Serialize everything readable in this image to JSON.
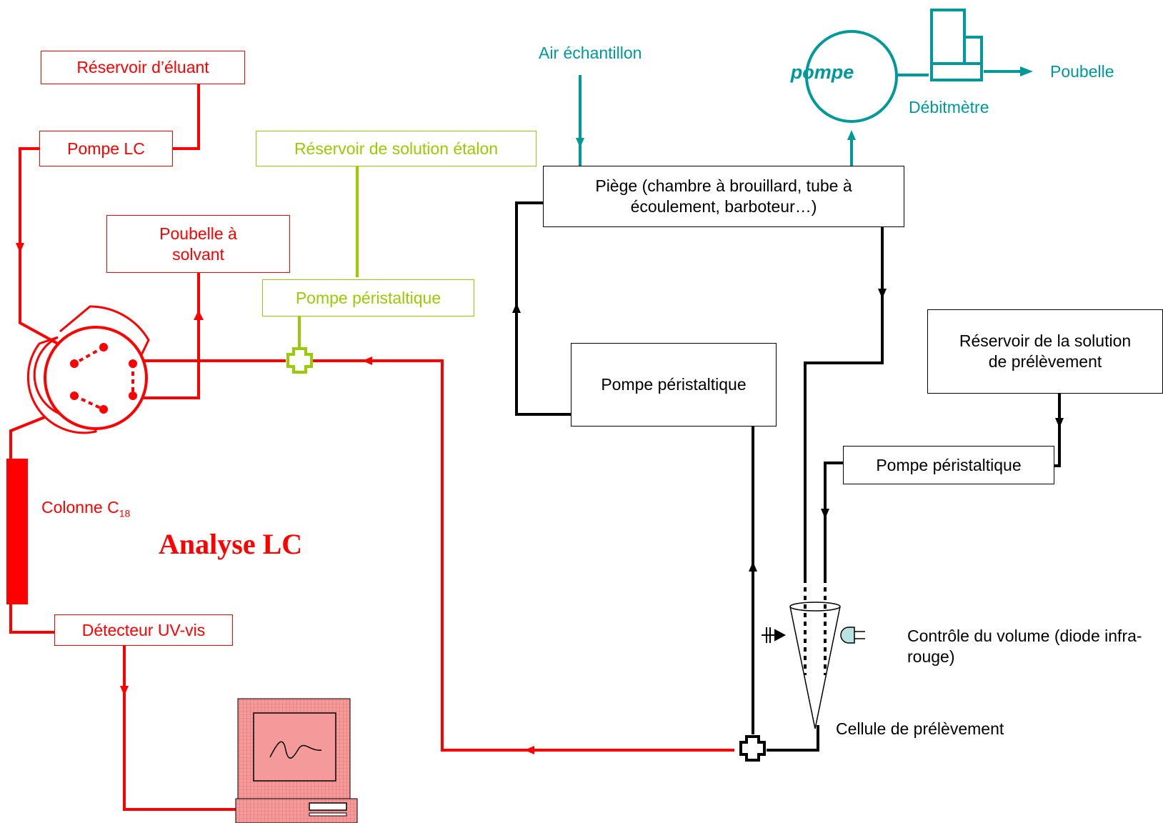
{
  "lc": {
    "eluent_reservoir": "Réservoir d’éluant",
    "lc_pump": "Pompe LC",
    "solvent_waste": "Poubelle à solvant",
    "column_label": "Colonne C",
    "column_sub": "18",
    "uv_detector": "Détecteur UV-vis",
    "title": "Analyse LC"
  },
  "standard": {
    "reservoir": "Réservoir de solution étalon",
    "pump": "Pompe péristaltique"
  },
  "sampling": {
    "air_sample": "Air échantillon",
    "pump": "pompe",
    "flowmeter": "Débitmètre",
    "waste": "Poubelle",
    "trap": "Piège (chambre à brouillard, tube à écoulement, barboteur…)",
    "peristaltic_pump_main": "Pompe péristaltique",
    "collection_reservoir": "Réservoir de la solution de prélèvement",
    "peristaltic_pump_collection": "Pompe péristaltique",
    "volume_control": "Contrôle du volume (diode infra-rouge)",
    "sampling_cell": "Cellule de prélèvement"
  },
  "colors": {
    "lc_line": "#ff0000",
    "standard_line": "#99cc00",
    "air_line": "#009999",
    "sampling_line": "#000000",
    "computer_fill": "#f49a9a"
  },
  "icons": [
    "valve-icon",
    "tee-connector-icon",
    "computer-icon",
    "flowmeter-icon",
    "led-icon",
    "photodiode-icon"
  ]
}
